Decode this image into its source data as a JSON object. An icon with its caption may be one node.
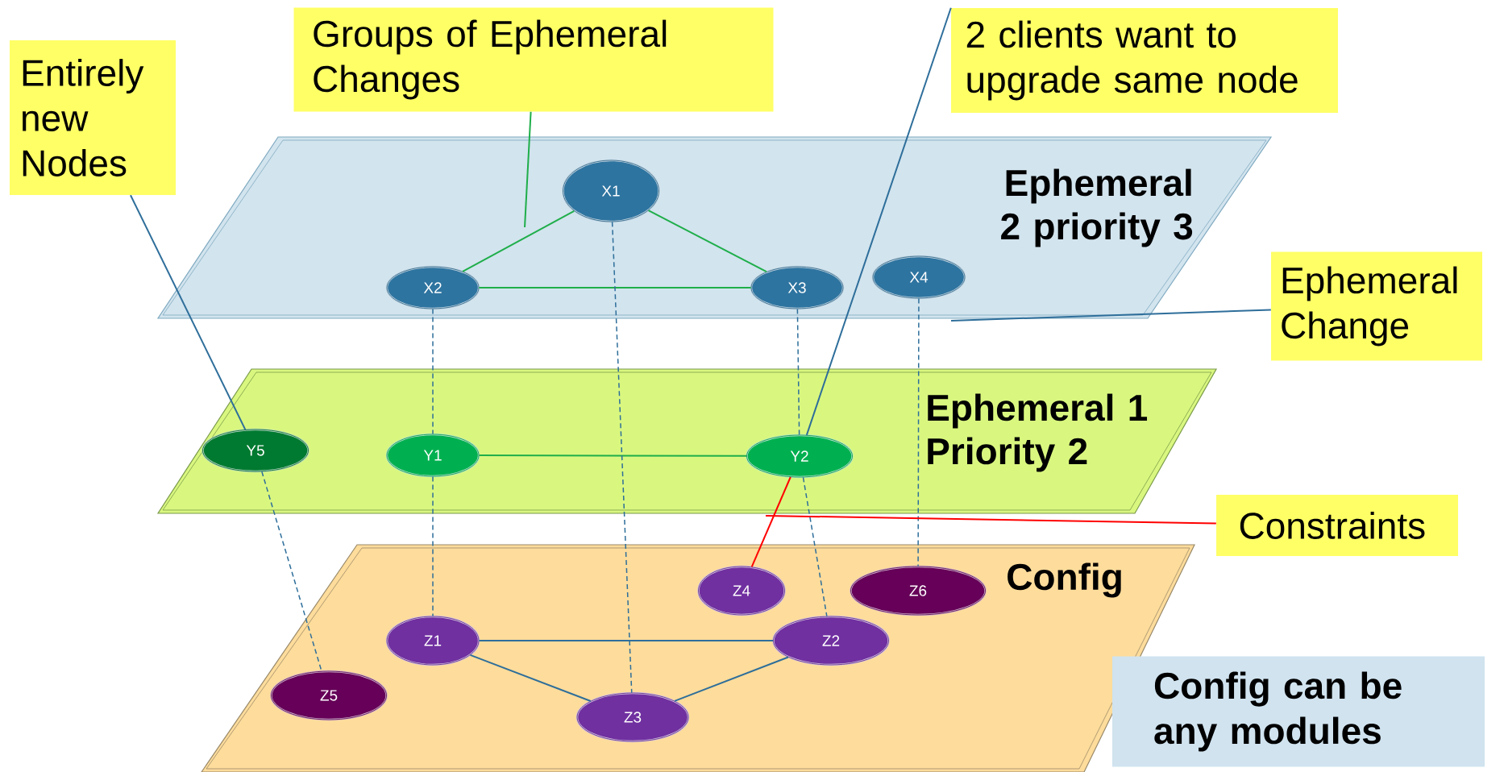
{
  "diagram": {
    "nodes": [
      {
        "text": [
          "Ephemeral 2 priority 3"
        ]
      },
      {
        "text": [
          "X1"
        ],
        "in": 0
      },
      {
        "text": [
          "X2"
        ],
        "in": 0
      },
      {
        "text": [
          "X3"
        ],
        "in": 0
      },
      {
        "text": [
          "X4"
        ],
        "in": 0
      },
      {
        "text": [
          "Ephemeral 1 Priority 2"
        ]
      },
      {
        "text": [
          "Y5"
        ],
        "in": 5
      },
      {
        "text": [
          "Y1"
        ],
        "in": 5
      },
      {
        "text": [
          "Y2"
        ],
        "in": 5
      },
      {
        "text": [
          "Config"
        ]
      },
      {
        "text": [
          "Z4"
        ],
        "in": 9
      },
      {
        "text": [
          "Z6"
        ],
        "in": 9
      },
      {
        "text": [
          "Z1"
        ],
        "in": 9
      },
      {
        "text": [
          "Z2"
        ],
        "in": 9
      },
      {
        "text": [
          "Z5"
        ],
        "in": 9
      },
      {
        "text": [
          "Z3"
        ],
        "in": 9
      },
      {
        "text": [
          "Entirely new Nodes"
        ]
      },
      {
        "text": [
          "Groups of Ephemeral Changes"
        ]
      },
      {
        "text": [
          "2 clients want to upgrade same node"
        ]
      },
      {
        "text": [
          "Ephemeral Change"
        ]
      },
      {
        "text": [
          "Constraints"
        ]
      },
      {
        "text": [
          "Config can be any modules"
        ]
      }
    ],
    "edges": [
      {
        "from": 1,
        "to": 2,
        "arrow": "none",
        "color": "#1fae4a"
      },
      {
        "from": 1,
        "to": 3,
        "arrow": "none",
        "color": "#1fae4a"
      },
      {
        "from": 2,
        "to": 3,
        "arrow": "none",
        "color": "#1fae4a"
      },
      {
        "from": 7,
        "to": 8,
        "arrow": "none",
        "color": "#1fae4a"
      },
      {
        "from": 12,
        "to": 13,
        "arrow": "none"
      },
      {
        "from": 12,
        "to": 15,
        "arrow": "none"
      },
      {
        "from": 15,
        "to": 13,
        "arrow": "none"
      },
      {
        "from": 2,
        "to": 7,
        "arrow": "none",
        "style": "dashed"
      },
      {
        "from": 1,
        "to": 15,
        "arrow": "none",
        "style": "dashed"
      },
      {
        "from": 3,
        "to": 8,
        "arrow": "none",
        "style": "dashed"
      },
      {
        "from": 4,
        "to": 11,
        "arrow": "none",
        "style": "dashed"
      },
      {
        "from": 6,
        "to": 14,
        "arrow": "none",
        "style": "dashed"
      },
      {
        "from": 7,
        "to": 12,
        "arrow": "none",
        "style": "dashed"
      },
      {
        "from": 8,
        "to": 13,
        "arrow": "none",
        "style": "dashed"
      },
      {
        "from": 8,
        "to": 10,
        "arrow": "none",
        "color": "#ff0000"
      },
      {
        "from": 16,
        "to": 6,
        "arrow": "none"
      },
      {
        "from": 17,
        "to": null,
        "arrow": "none",
        "color": "#1fae4a"
      },
      {
        "from": 18,
        "to": 8,
        "arrow": "none"
      },
      {
        "from": 19,
        "to": 0,
        "arrow": "none"
      },
      {
        "from": 20,
        "to": 5,
        "arrow": "none",
        "color": "#ff0000"
      }
    ]
  }
}
